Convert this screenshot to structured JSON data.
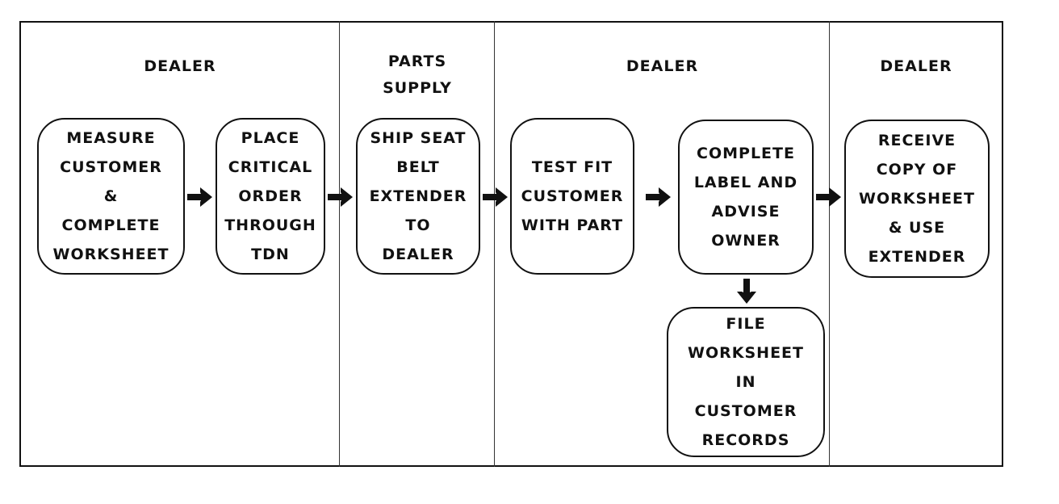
{
  "lanes": [
    {
      "title": "DEALER"
    },
    {
      "title": "PARTS\nSUPPLY"
    },
    {
      "title": "DEALER"
    },
    {
      "title": "DEALER"
    }
  ],
  "steps": [
    {
      "label": "MEASURE\nCUSTOMER\n&\nCOMPLETE\nWORKSHEET"
    },
    {
      "label": "PLACE\nCRITICAL\nORDER\nTHROUGH\nTDN"
    },
    {
      "label": "SHIP SEAT\nBELT\nEXTENDER\nTO\nDEALER"
    },
    {
      "label": "TEST FIT\nCUSTOMER\nWITH PART"
    },
    {
      "label": "COMPLETE\nLABEL AND\nADVISE\nOWNER"
    },
    {
      "label": "FILE\nWORKSHEET\nIN\nCUSTOMER\nRECORDS"
    },
    {
      "label": "RECEIVE\nCOPY OF\nWORKSHEET\n& USE\nEXTENDER"
    }
  ],
  "icons": {
    "arrow": "arrow-right-icon",
    "arrow_down": "arrow-down-icon"
  }
}
